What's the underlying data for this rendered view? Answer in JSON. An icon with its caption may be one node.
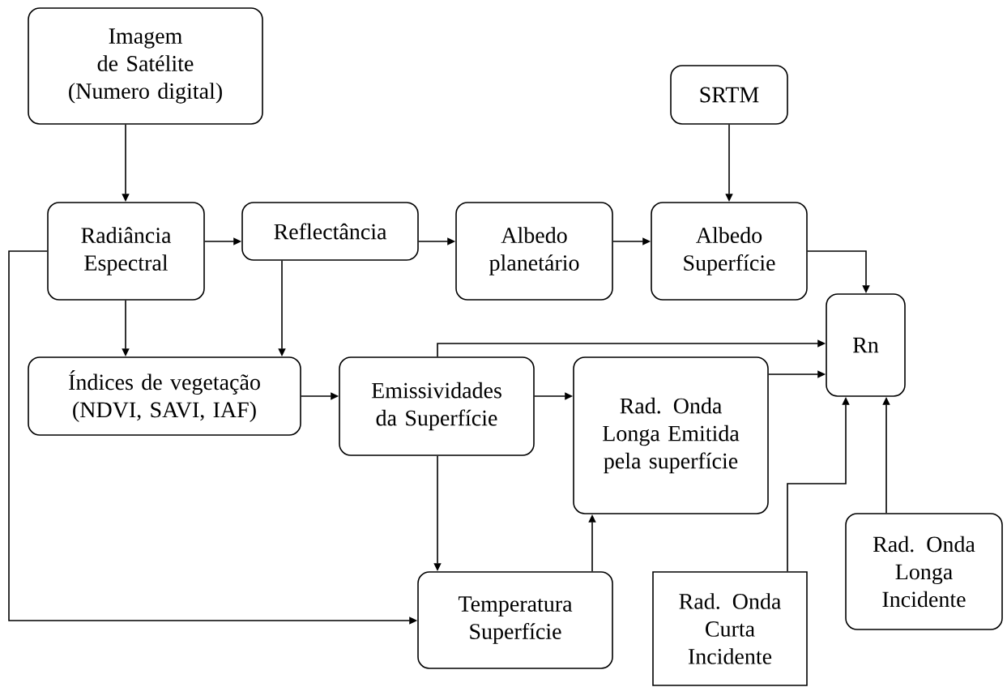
{
  "diagram": {
    "nodes": [
      {
        "text": [
          "Imagem de Satélite (Numero digital)"
        ]
      },
      {
        "text": [
          "SRTM"
        ]
      },
      {
        "text": [
          "Radiância Espectral"
        ]
      },
      {
        "text": [
          "Reflectância"
        ]
      },
      {
        "text": [
          "Albedo planetário"
        ]
      },
      {
        "text": [
          "Albedo Superfície"
        ]
      },
      {
        "text": [
          "Rn"
        ]
      },
      {
        "text": [
          "Índices de vegetação (NDVI, SAVI, IAF)"
        ]
      },
      {
        "text": [
          "Emissividades da Superfície"
        ]
      },
      {
        "text": [
          "Rad. Onda Longa Emitida pela superfície"
        ]
      },
      {
        "text": [
          "Temperatura Superfície"
        ]
      },
      {
        "text": [
          "Rad. Onda Longa Incidente"
        ]
      },
      {
        "text": [
          "Rad. Onda Curta Incidente"
        ]
      }
    ],
    "edges": [
      {
        "from": 0,
        "to": 2,
        "arrow": "to"
      },
      {
        "from": 1,
        "to": 5,
        "arrow": "to"
      },
      {
        "from": 2,
        "to": 3,
        "arrow": "to"
      },
      {
        "from": 3,
        "to": 4,
        "arrow": "to"
      },
      {
        "from": 4,
        "to": 5,
        "arrow": "to"
      },
      {
        "from": 5,
        "to": 6,
        "arrow": "to"
      },
      {
        "from": 2,
        "to": 7,
        "arrow": "to"
      },
      {
        "from": 3,
        "to": 7,
        "arrow": "to"
      },
      {
        "from": 7,
        "to": 8,
        "arrow": "to"
      },
      {
        "from": 8,
        "to": 9,
        "arrow": "to"
      },
      {
        "from": 8,
        "to": 6,
        "arrow": "to"
      },
      {
        "from": 9,
        "to": 6,
        "arrow": "to"
      },
      {
        "from": 8,
        "to": 10,
        "arrow": "to"
      },
      {
        "from": 10,
        "to": 9,
        "arrow": "to"
      },
      {
        "from": 2,
        "to": 10,
        "arrow": "to"
      },
      {
        "from": 12,
        "to": 6,
        "arrow": "to"
      },
      {
        "from": 11,
        "to": 6,
        "arrow": "to"
      }
    ]
  }
}
